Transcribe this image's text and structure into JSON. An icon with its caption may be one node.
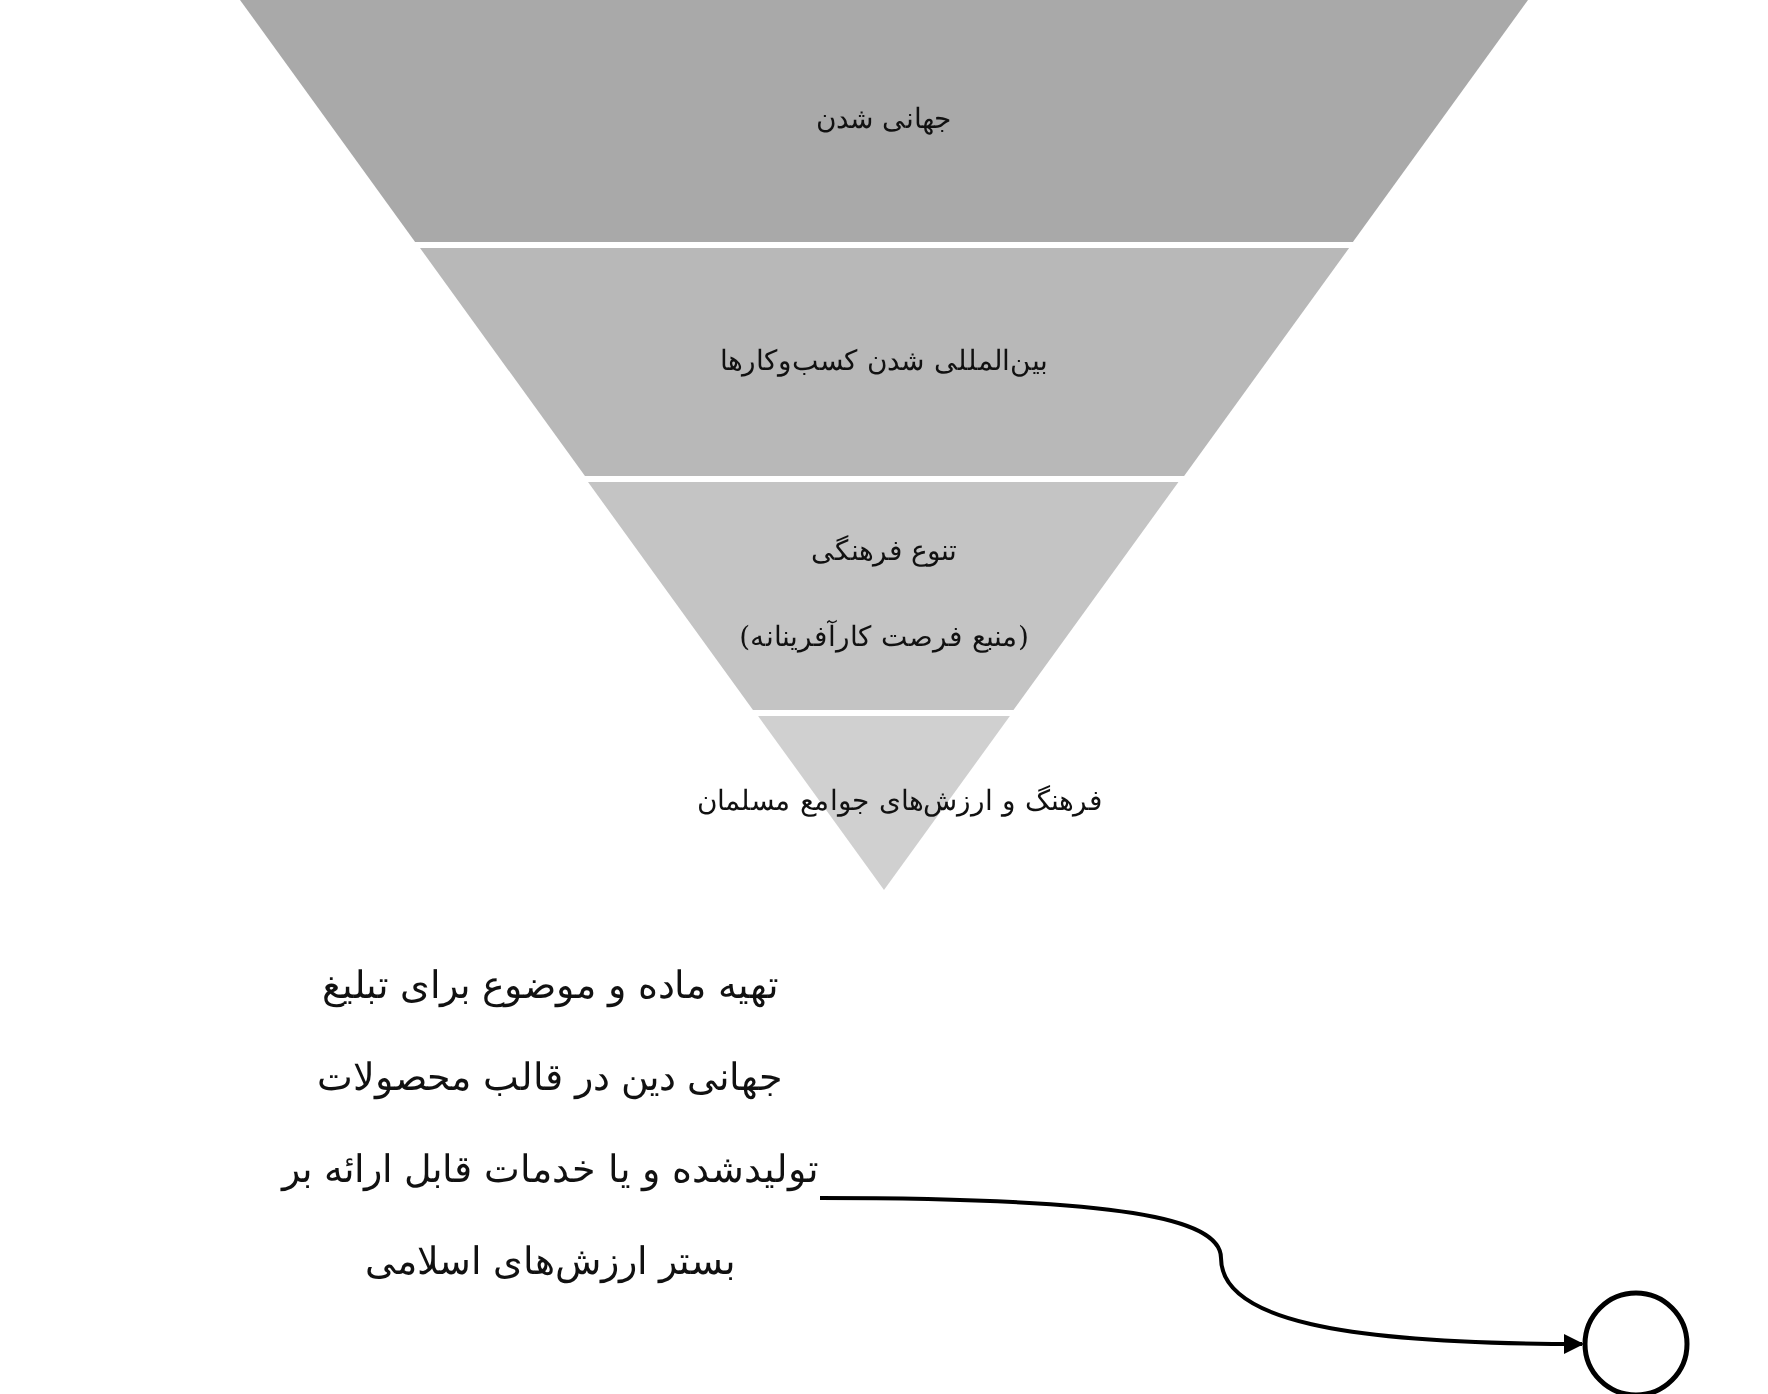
{
  "diagram": {
    "nodes": [
      {
        "text": [
          "جهانی شدن"
        ]
      },
      {
        "text": [
          "بین‌المللی شدن کسب‌وکارها"
        ]
      },
      {
        "text": [
          "تنوع فرهنگی",
          "(منبع فرصت کارآفرینانه)"
        ]
      },
      {
        "text": [
          "فرهنگ و ارزش‌های جوامع مسلمان"
        ]
      },
      {
        "text": [
          "تهیه ماده و موضوع برای تبلیغ جهانی دین در قالب محصولات تولیدشده و یا خدمات قابل ارائه بر بستر ارزش‌های اسلامی"
        ]
      },
      {
        "text": [],
        "shape": "circle"
      }
    ],
    "edges": [
      {
        "from": 4,
        "to": 5,
        "arrow": "to"
      }
    ]
  }
}
